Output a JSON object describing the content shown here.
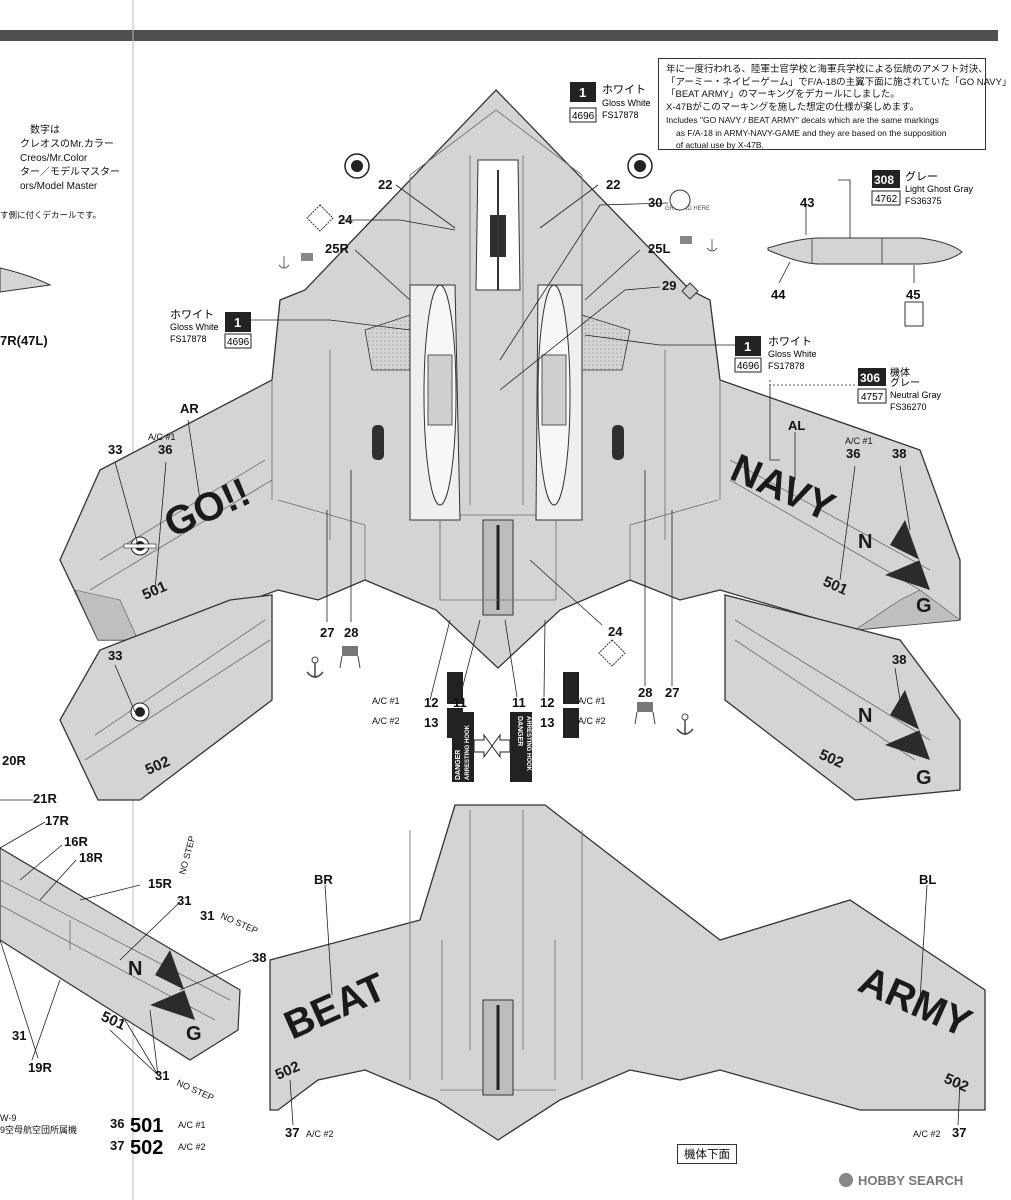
{
  "info": {
    "line1": "年に一度行われる、陸軍士官学校と海軍兵学校による伝統のアメフト対決、",
    "line2": "「アーミー・ネイビーゲーム」でF/A-18の主翼下面に施されていた「GO NAVY」",
    "line3": "「BEAT ARMY」のマーキングをデカールにしました。",
    "line4": "X-47Bがこのマーキングを施した想定の仕様が楽しめます。",
    "line5": "Includes \"GO NAVY / BEAT ARMY\" decals which are the same markings",
    "line6": "as F/A-18 in ARMY-NAVY-GAME and they are based on the supposition",
    "line7": "of actual use by X-47B."
  },
  "left_notes": {
    "l1": "数字は",
    "l2": "クレオスのMr.カラー",
    "l3": "Creos/Mr.Color",
    "l4": "ター／モデルマスター",
    "l5": "ors/Model Master",
    "l6": "す側に付くデカールです。",
    "l7": "7R(47L)"
  },
  "colors": {
    "c1_num": "1",
    "c1_jp": "ホワイト",
    "c1_en": "Gloss White",
    "c1_fs": "FS17878",
    "c1_code": "4696",
    "c308_num": "308",
    "c308_jp": "グレー",
    "c308_en": "Light Ghost Gray",
    "c308_fs": "FS36375",
    "c308_code": "4762",
    "c306_num": "306",
    "c306_jp1": "機体",
    "c306_jp2": "グレー",
    "c306_en": "Neutral Gray",
    "c306_fs": "FS36270",
    "c306_code": "4757"
  },
  "views": {
    "lower": "機体下面"
  },
  "markings": {
    "go": "GO!!",
    "navy": "NAVY",
    "beat": "BEAT",
    "army": "ARMY",
    "n": "N",
    "g": "G",
    "n501": "501",
    "n502": "502",
    "danger1": "DANGER",
    "danger2": "ARRESTING HOOK",
    "ac1": "A/C #1",
    "ac2": "A/C #2",
    "no_step": "NO STEP",
    "ground_here": "GROUND HERE"
  },
  "callouts": {
    "ar": "AR",
    "al": "AL",
    "br": "BR",
    "bl": "BL",
    "n11": "11",
    "n12": "12",
    "n13": "13",
    "n15r": "15R",
    "n16r": "16R",
    "n17r": "17R",
    "n18r": "18R",
    "n19r": "19R",
    "n20r": "20R",
    "n21r": "21R",
    "n22": "22",
    "n24": "24",
    "n25r": "25R",
    "n25l": "25L",
    "n27": "27",
    "n28": "28",
    "n29": "29",
    "n30": "30",
    "n31": "31",
    "n33": "33",
    "n36": "36",
    "n37": "37",
    "n38": "38",
    "n43": "43",
    "n44": "44",
    "n45": "45"
  },
  "legend_bottom": {
    "n36": "36",
    "v501": "501",
    "ac1": "A/C #1",
    "n37": "37",
    "v502": "502",
    "ac2": "A/C #2",
    "w9": "W-9",
    "w9_jp": "9空母航空団所属機"
  },
  "watermark": "HOBBY SEARCH",
  "fill_colors": {
    "hull": "#d4d4d4",
    "dark": "#3a3a3a",
    "white": "#f4f4f4",
    "accent": "#5a5a5a"
  }
}
